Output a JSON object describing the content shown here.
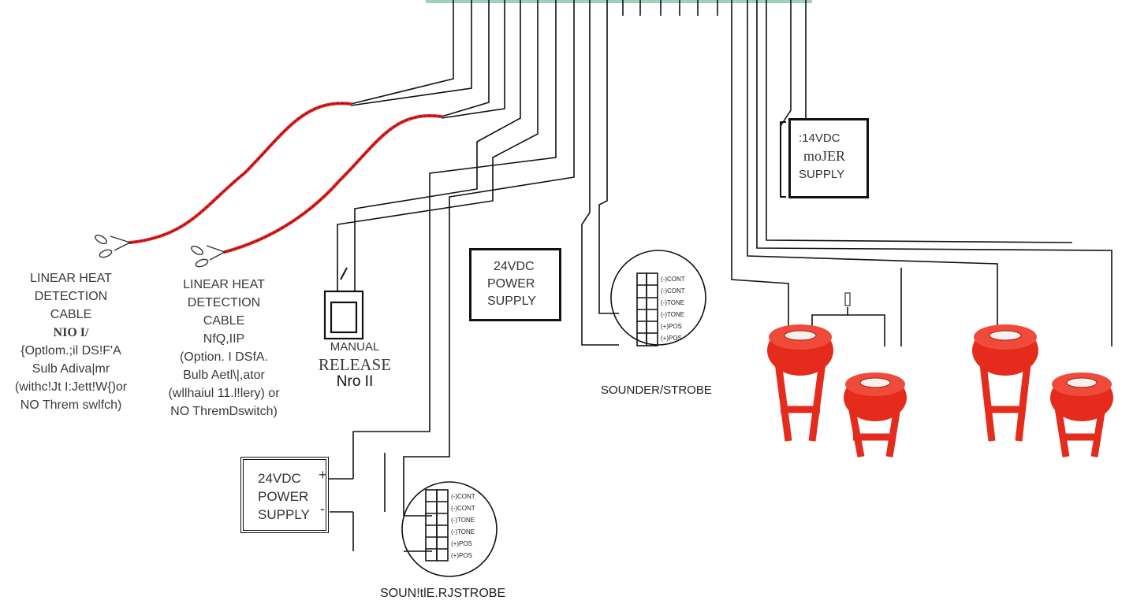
{
  "labels": {
    "lhd1": [
      "LINEAR HEAT",
      "DETECTION",
      "CABLE",
      "NIO I/",
      "{Optlom.;il DS!F'A",
      "Sulb Adiva|mr",
      "(withc!Jt I:Jett!W{)or",
      "NO  Threm  swlfch)"
    ],
    "lhd2": [
      "LINEAR HEAT",
      "DETECTION",
      "CABLE",
      "NfQ,IIP",
      "(Option. I DSfA.",
      "Bulb Aetl\\|,ator",
      "(wllhaiul 11.l!lery) or",
      "NO ThremDswitch)"
    ],
    "manual": [
      "MANUAL",
      "RELEASE",
      "Nro II"
    ],
    "ps_24_mid": [
      "24VDC",
      "POWER",
      "SUPPLY"
    ],
    "ps_24_low": [
      "24VDC",
      "POWER",
      "SUPPLY"
    ],
    "ps_24_top": [
      ":14VDC",
      "moJER",
      "SUPPLY"
    ],
    "sounder1": "SOUNDER/STROBE",
    "sounder2": "SOUN!tlE.RJSTROBE",
    "plus": "+",
    "minus": "-"
  },
  "terminals": [
    "(-)CONT",
    "(-)CONT",
    "(-)TONE",
    "(-)TONE",
    "(+)POS",
    "(+)POS"
  ],
  "colors": {
    "wire": "#111111",
    "heat_cable": "#e0201f",
    "device_red": "#e52b1c",
    "device_dark": "#a51710"
  }
}
